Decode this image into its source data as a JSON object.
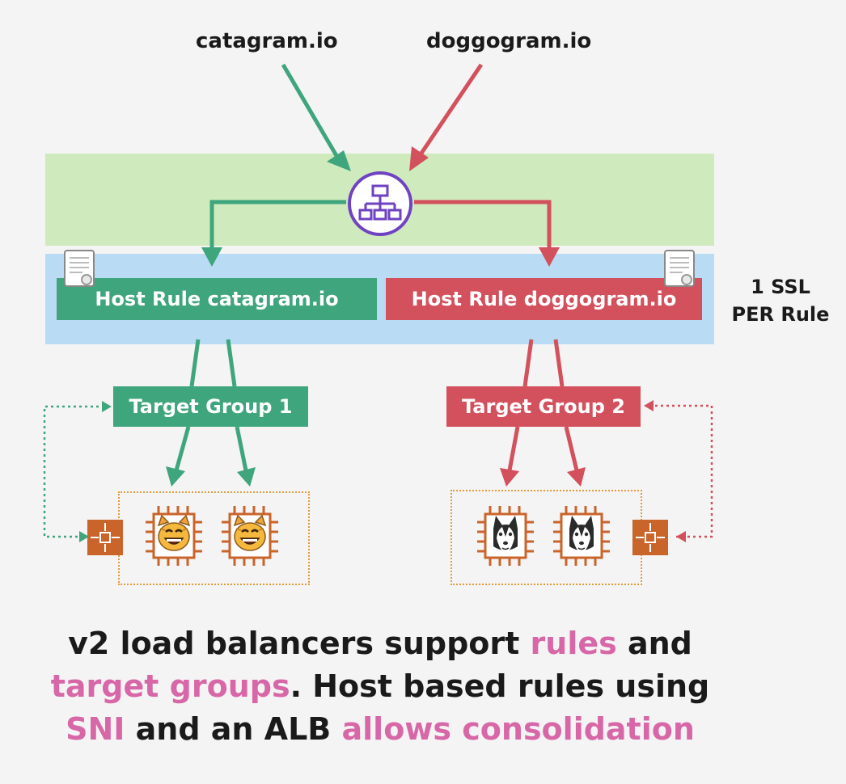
{
  "domains": {
    "cat": "catagram.io",
    "dog": "doggogram.io"
  },
  "rules": {
    "cat": "Host Rule catagram.io",
    "dog": "Host Rule doggogram.io"
  },
  "ssl_note": {
    "line1": "1 SSL",
    "line2": "PER Rule"
  },
  "target_groups": {
    "one": "Target Group 1",
    "two": "Target Group 2"
  },
  "caption": {
    "p1": "v2 load balancers support ",
    "h1": "rules",
    "p2": " and ",
    "h2": "target groups",
    "p3": ". Host based rules using ",
    "h3": "SNI",
    "p4": " and an ALB ",
    "h4": "allows consolidation"
  },
  "icons": {
    "alb": "load-balancer-icon",
    "cert": "certificate-icon",
    "cat_instance": "cat-face-instance-icon",
    "dog_instance": "husky-instance-icon",
    "lb_node": "load-balancer-node-icon"
  },
  "colors": {
    "cat_green": "#3fa57c",
    "dog_red": "#d3505d",
    "band_green": "#cfeabd",
    "band_blue": "#b9dcf4",
    "highlight_pink": "#d867a8",
    "alb_purple": "#6f42c1",
    "instance_orange": "#c9642a"
  }
}
